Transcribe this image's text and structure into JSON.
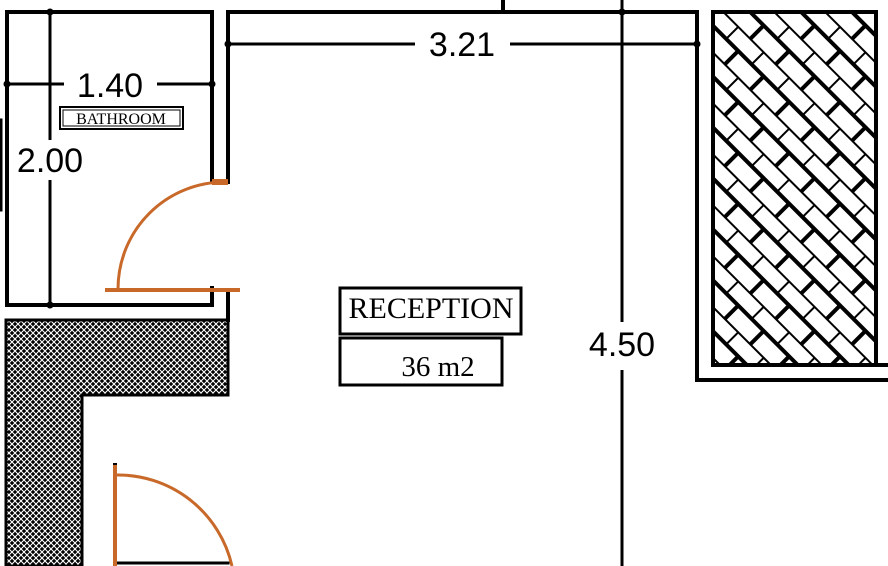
{
  "rooms": {
    "reception": {
      "name": "RECEPTION",
      "area": "36 m2"
    },
    "bathroom": {
      "name": "BATHROOM"
    }
  },
  "dimensions": {
    "reception_width": "3.21",
    "reception_length": "4.50",
    "bathroom_width": "1.40",
    "bathroom_length": "2.00"
  },
  "colors": {
    "wall": "#000000",
    "door": "#c8692a",
    "background": "#ffffff"
  }
}
